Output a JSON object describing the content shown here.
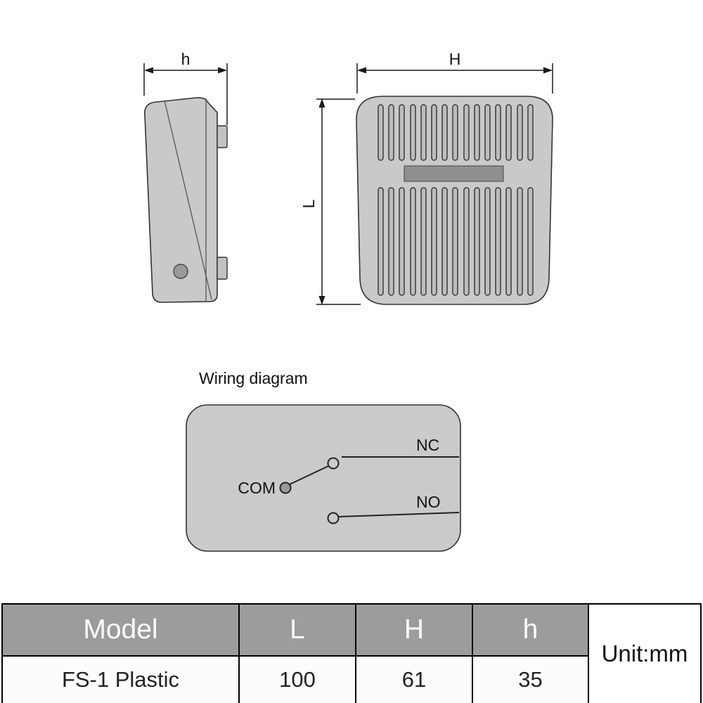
{
  "diagrams": {
    "side_view": {
      "dim_h": "h"
    },
    "top_view": {
      "dim_H": "H",
      "dim_L": "L"
    },
    "wiring": {
      "title": "Wiring diagram",
      "nc": "NC",
      "com": "COM",
      "no": "NO"
    }
  },
  "spec_table": {
    "headers": {
      "model": "Model",
      "l": "L",
      "h_cap": "H",
      "h_low": "h"
    },
    "row": {
      "model": "FS-1 Plastic",
      "l": "100",
      "h_cap": "61",
      "h_low": "35"
    },
    "unit": "Unit:mm"
  },
  "colors": {
    "body_gray": "#c9c9c9",
    "slot_fill": "#bdbdbd",
    "dark_gray": "#8f8f8f",
    "table_header_gray": "#9c9c9c",
    "line": "#1a1a1a"
  }
}
